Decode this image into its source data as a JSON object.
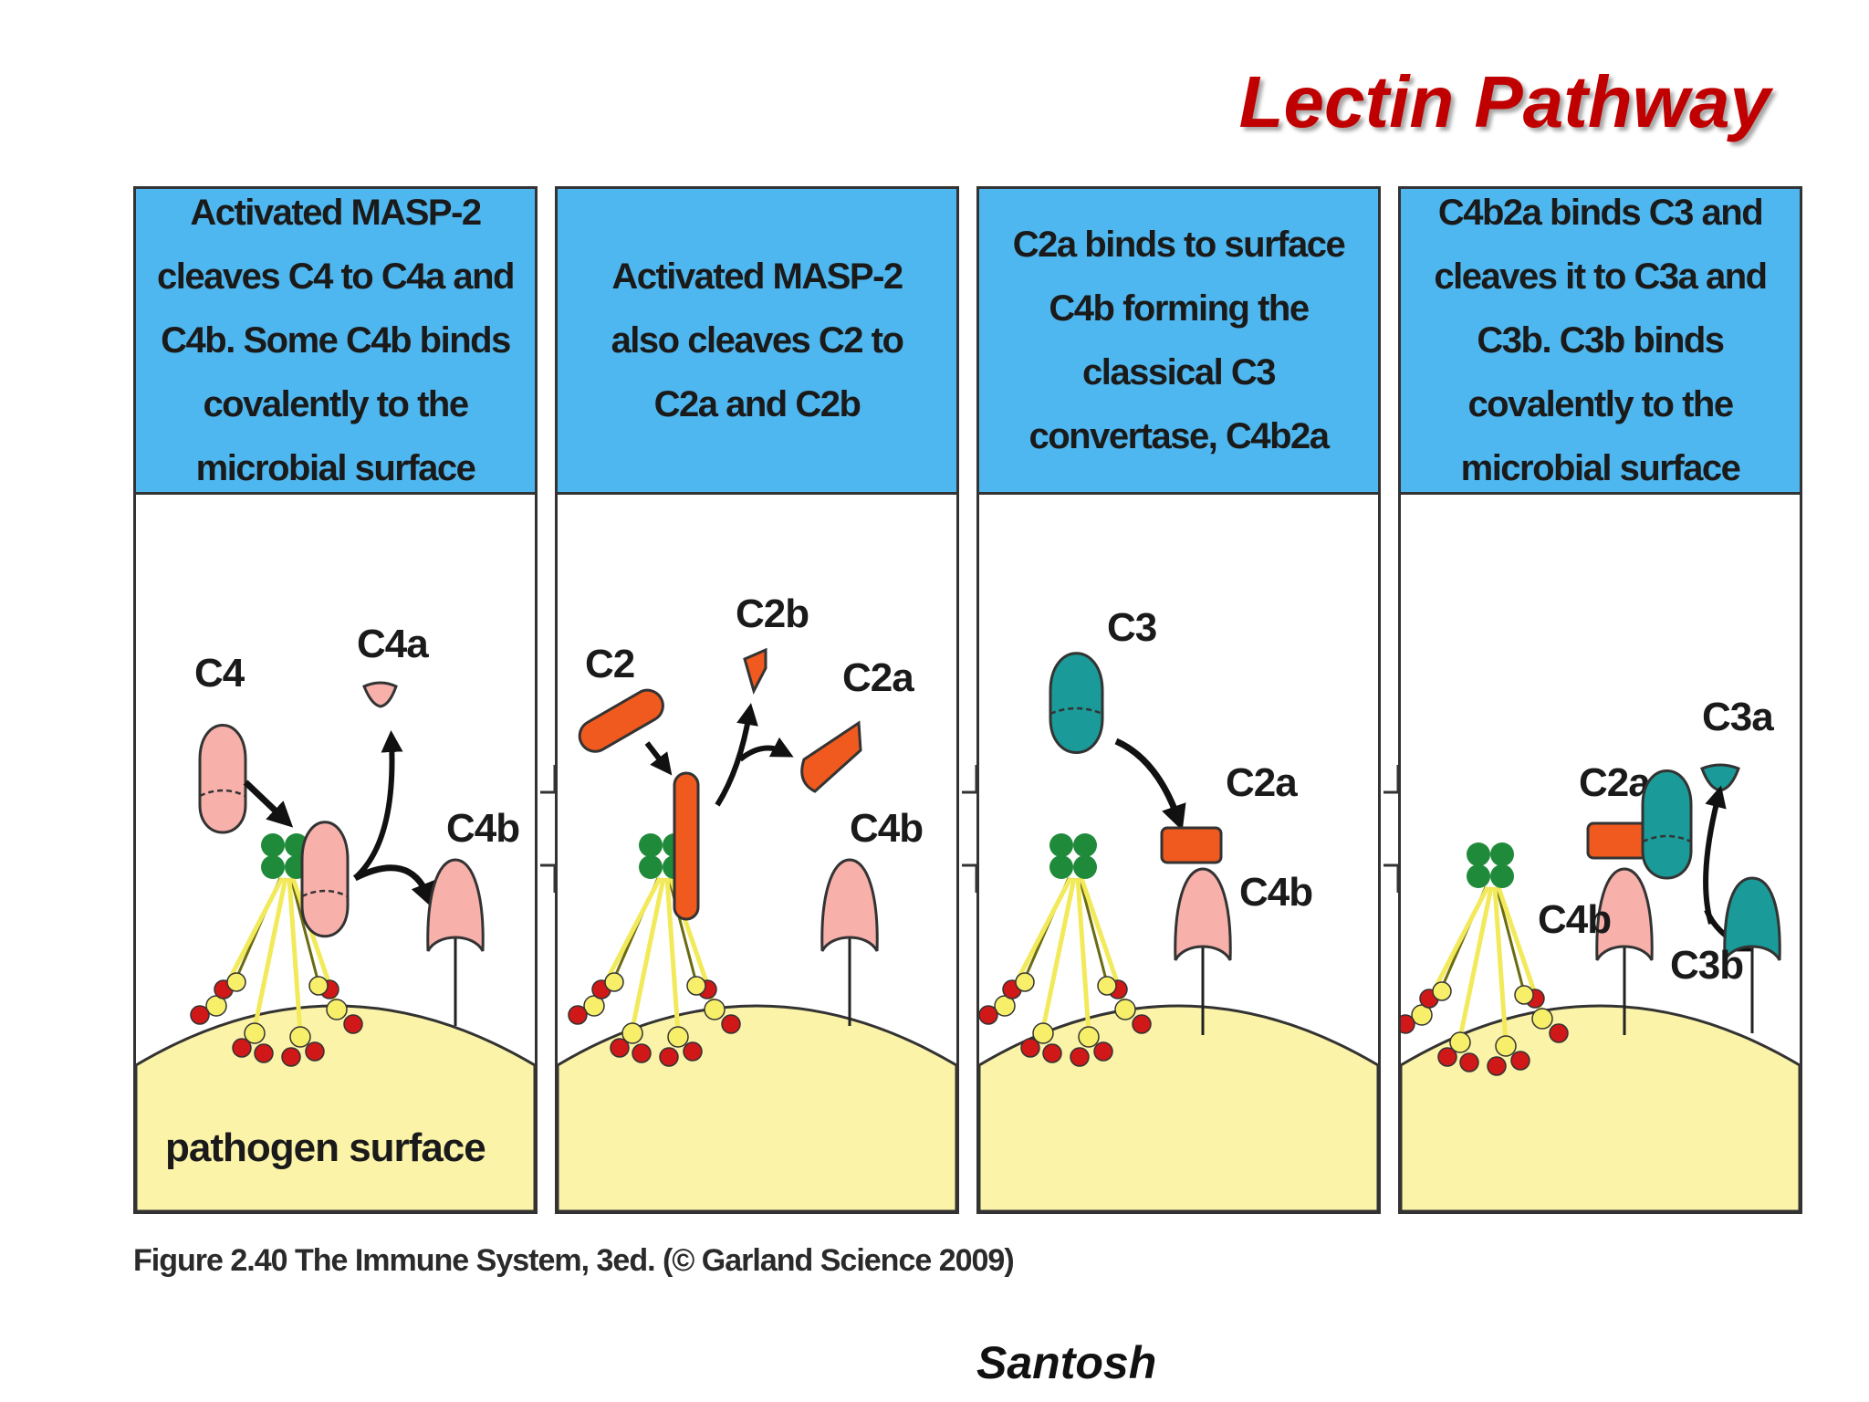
{
  "title": "Lectin Pathway",
  "panels": [
    {
      "header": "Activated MASP-2 cleaves C4 to C4a and C4b. Some C4b binds covalently to the microbial surface",
      "labels": {
        "c4": "C4",
        "c4a": "C4a",
        "c4b": "C4b",
        "surface": "pathogen surface"
      }
    },
    {
      "header": "Activated MASP-2 also cleaves C2 to C2a and C2b",
      "labels": {
        "c2": "C2",
        "c2b": "C2b",
        "c2a": "C2a",
        "c4b": "C4b"
      }
    },
    {
      "header": "C2a binds to surface C4b forming the classical C3 convertase, C4b2a",
      "labels": {
        "c3": "C3",
        "c2a": "C2a",
        "c4b": "C4b"
      }
    },
    {
      "header": "C4b2a binds C3 and cleaves it to C3a and C3b. C3b binds covalently to the microbial surface",
      "labels": {
        "c3a": "C3a",
        "c2a": "C2a",
        "c4b": "C4b",
        "c3b": "C3b"
      }
    }
  ],
  "caption": "Figure 2.40 The Immune System, 3ed. (© Garland Science 2009)",
  "author": "Santosh",
  "colors": {
    "header_blue": "#4fb7ef",
    "title_red": "#c00000",
    "surface_yellow": "#fbf3a8",
    "c4_pink": "#f7b0aa",
    "c2_orange": "#f05a1e",
    "c3_teal": "#1a9a98",
    "mbl_green": "#1f8a3a",
    "carb_red": "#d01818",
    "carb_yellow": "#f7ef6a"
  }
}
